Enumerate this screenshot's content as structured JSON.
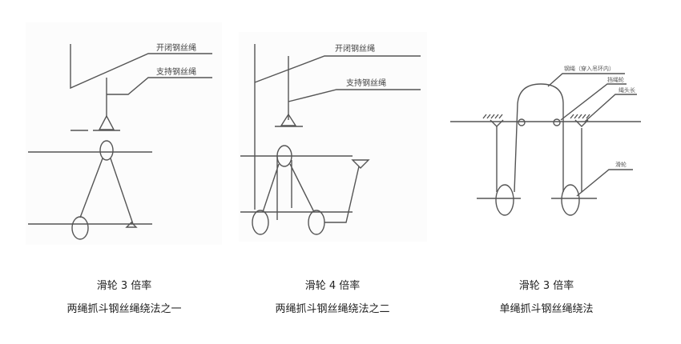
{
  "diagrams": [
    {
      "labels": {
        "open_close_rope": "开闭钢丝绳",
        "support_rope": "支持钢丝绳"
      },
      "caption_ratio": "滑轮  3 倍率",
      "caption_title": "两绳抓斗钢丝绳绕法之一"
    },
    {
      "labels": {
        "open_close_rope": "开闭钢丝绳",
        "support_rope": "支持钢丝绳"
      },
      "caption_ratio": "滑轮 4 倍率",
      "caption_title": "两绳抓斗钢丝绳绕法之二"
    },
    {
      "labels": {
        "steel_rope": "钢绳（穿入吊环内）",
        "guide_wheel": "挡绳轮",
        "rope_end": "绳头长",
        "pulley": "滑轮"
      },
      "caption_ratio": "滑轮  3 倍率",
      "caption_title": "单绳抓斗钢丝绳绕法"
    }
  ]
}
